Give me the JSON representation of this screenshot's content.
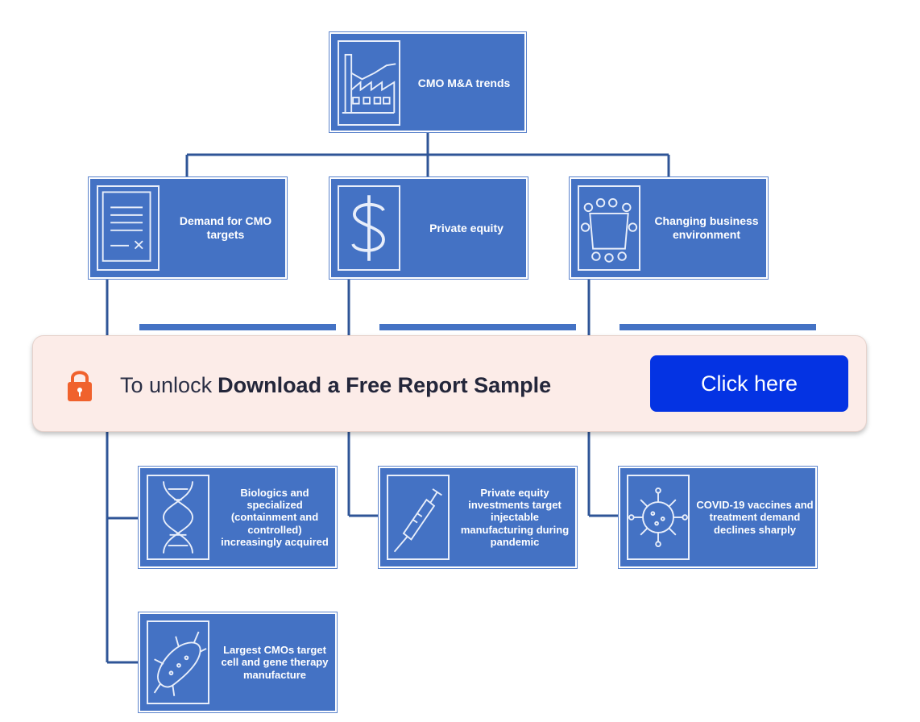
{
  "diagram": {
    "root": {
      "label": "CMO M&A trends",
      "icon": "factory-icon"
    },
    "branches": [
      {
        "label": "Demand for CMO targets",
        "icon": "document-icon"
      },
      {
        "label": "Private equity",
        "icon": "dollar-icon"
      },
      {
        "label": "Changing business environment",
        "icon": "meeting-table-icon"
      }
    ],
    "leaves": [
      {
        "label": "Biologics and specialized (containment and controlled) increasingly acquired",
        "icon": "dna-icon"
      },
      {
        "label": "Private equity investments target injectable manufacturing during pandemic",
        "icon": "syringe-icon"
      },
      {
        "label": "COVID-19 vaccines and treatment demand declines sharply",
        "icon": "virus-icon"
      },
      {
        "label": "Largest CMOs target cell and gene therapy manufacture",
        "icon": "bacteria-icon"
      }
    ],
    "colors": {
      "node": "#4472c4",
      "connector": "#2f5597"
    }
  },
  "banner": {
    "prefix": "To unlock",
    "emphasis": "Download a Free Report Sample",
    "button_label": "Click here",
    "icon": "lock-icon",
    "colors": {
      "background": "#fcece8",
      "button": "#0433e3",
      "lock": "#f0622d"
    }
  }
}
